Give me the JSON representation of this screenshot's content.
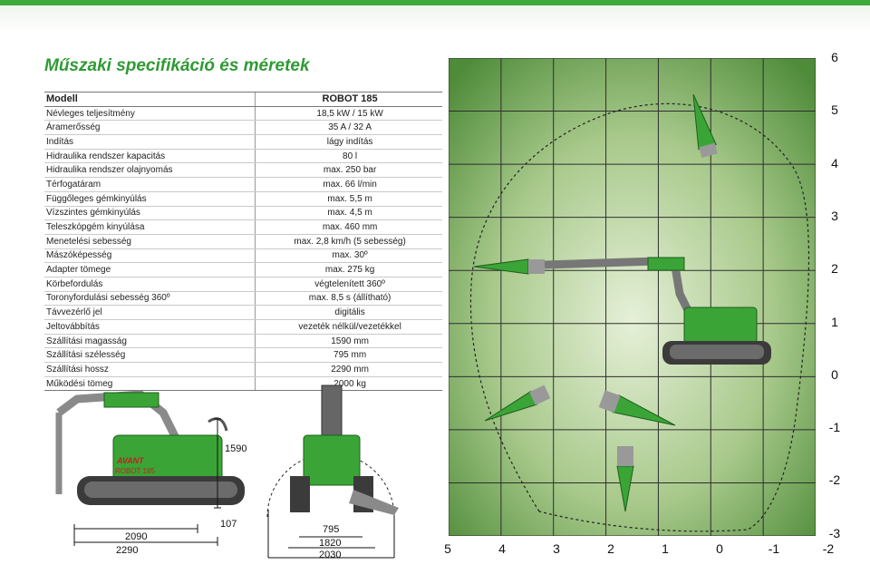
{
  "page": {
    "title": "Műszaki specifikáció és méretek"
  },
  "spec_table": {
    "header": {
      "label": "Modell",
      "value": "ROBOT 185"
    },
    "rows": [
      {
        "label": "Névleges teljesítmény",
        "value": "18,5 kW / 15 kW"
      },
      {
        "label": "Áramerősség",
        "value": "35 A / 32 A"
      },
      {
        "label": "Indítás",
        "value": "lágy indítás"
      },
      {
        "label": "Hidraulika rendszer kapacitás",
        "value": "80 l"
      },
      {
        "label": "Hidraulika rendszer olajnyomás",
        "value": "max. 250 bar"
      },
      {
        "label": "Térfogatáram",
        "value": "max. 66 l/min"
      },
      {
        "label": "Függőleges gémkinyúlás",
        "value": "max. 5,5 m"
      },
      {
        "label": "Vízszintes gémkinyúlás",
        "value": "max. 4,5 m"
      },
      {
        "label": "Teleszkópgém kinyúlása",
        "value": "max. 460 mm"
      },
      {
        "label": "Menetelési sebesség",
        "value": "max. 2,8 km/h (5 sebesség)"
      },
      {
        "label": "Mászóképesség",
        "value": "max. 30º"
      },
      {
        "label": "Adapter tömege",
        "value": "max. 275 kg"
      },
      {
        "label": "Körbefordulás",
        "value": "végtelenített 360º"
      },
      {
        "label": "Toronyfordulási sebesség 360º",
        "value": "max. 8,5 s (állítható)"
      },
      {
        "label": "Távvezérlő jel",
        "value": "digitális"
      },
      {
        "label": "Jeltovábbítás",
        "value": "vezeték nélkül/vezetékkel"
      },
      {
        "label": "Szállítási magasság",
        "value": "1590 mm"
      },
      {
        "label": "Szállítási szélesség",
        "value": "795 mm"
      },
      {
        "label": "Szállítási hossz",
        "value": "2290 mm"
      },
      {
        "label": "Működési tömeg",
        "value": "2000 kg"
      }
    ]
  },
  "reach_diagram": {
    "y_labels": [
      "6",
      "5",
      "4",
      "3",
      "2",
      "1",
      "0",
      "-1",
      "-2",
      "-3"
    ],
    "x_labels": [
      "5",
      "4",
      "3",
      "2",
      "1",
      "0",
      "-1",
      "-2"
    ],
    "colors": {
      "grid_bg": "#7fae5a",
      "grid_line": "#2e2e2e",
      "machine": "#3aa536",
      "arm": "#8a8a8a"
    }
  },
  "machine_side": {
    "brand": "AVANT",
    "model": "ROBOT 185",
    "dims": {
      "height": "1590",
      "length_a": "2090",
      "length_b": "2290"
    }
  },
  "machine_front": {
    "dims": {
      "blade": "107",
      "width_a": "795",
      "width_b": "1820",
      "width_c": "2030"
    }
  }
}
